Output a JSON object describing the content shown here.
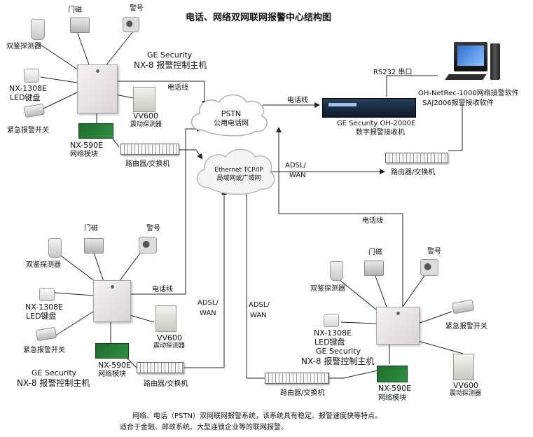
{
  "title": "电话、网络双网联网报警中心结构图",
  "labels": {
    "dual_detector": "双鉴探测器",
    "door_contact": "门磁",
    "siren": "警号",
    "keypad_model": "NX-1308E",
    "keypad_name": "LED键盘",
    "panic_switch": "紧急报警开关",
    "ge_security": "GE Security",
    "nx8_model": "NX-8",
    "nx8_name": "报警控制主机",
    "vv600_model": "VV600",
    "vv600_name": "震动探测器",
    "module_model": "NX-590E",
    "module_name": "网络模块",
    "router": "路由器/交换机",
    "phone_line": "电话线",
    "adsl": "ADSL/",
    "wan": "WAN",
    "pstn": "PSTN",
    "pstn_name": "公用电话网",
    "ethernet": "Ethernet TCP/IP",
    "ethernet_name": "局域网或广域网",
    "rs232": "RS232 串口",
    "receiver_model": "GE Security OH-2000E",
    "receiver_name": "数字报警接收机",
    "software_1": "OH-NetRec-1000网络接警软件",
    "software_2": "SAJ2006报警接收软件"
  },
  "footer": {
    "line1": "网络、电话（PSTN）双网联网报警系统，该系统具有稳定、报警速度快等特点。",
    "line2": "适合于金融、邮政系统、大型连锁企业等的联网报警。"
  },
  "colors": {
    "wire": "#222222",
    "cloud_fill": "#ffffff",
    "cloud_stroke": "#b0b0b0"
  }
}
